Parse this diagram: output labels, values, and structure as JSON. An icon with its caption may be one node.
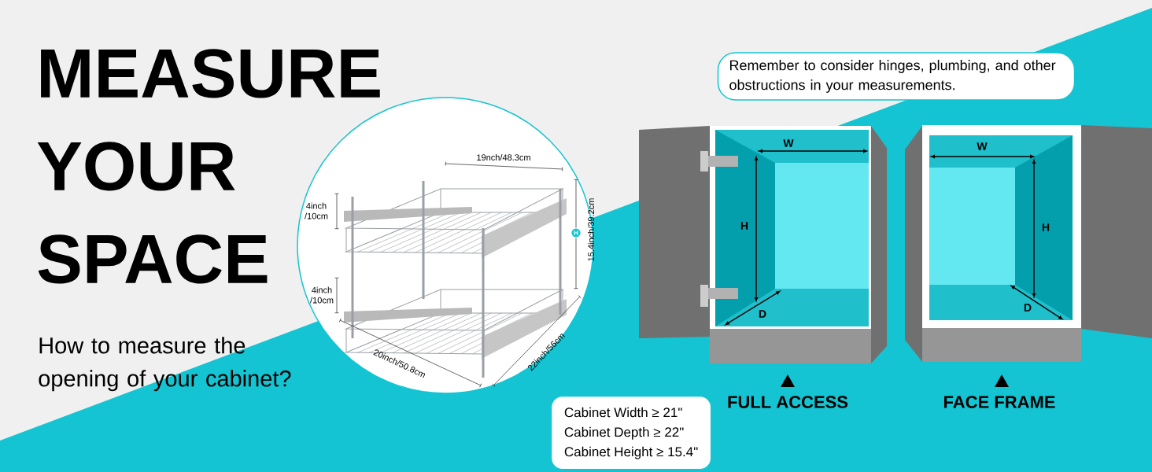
{
  "diagram": {
    "title": "MEASURE YOUR SPACE",
    "nodes": [
      {
        "text": [
          "Remember to consider hinges, plumbing, and other obstructions in your measurements."
        ]
      },
      {
        "text": [
          "Cabinet Width ≥ 21\"",
          "Cabinet Depth ≥ 22\"",
          "Cabinet Height ≥ 15.4\""
        ]
      }
    ],
    "labels": [
      "How to measure the opening of your cabinet?",
      "19nch/48.3cm",
      "4inch /10cm",
      "4inch /10cm",
      "15.4inch/39.2cm",
      "H",
      "20inch/50.8cm",
      "22inch/56cm",
      "W",
      "H",
      "D",
      "W",
      "H",
      "D",
      "FULL ACCESS",
      "FACE FRAME"
    ]
  }
}
